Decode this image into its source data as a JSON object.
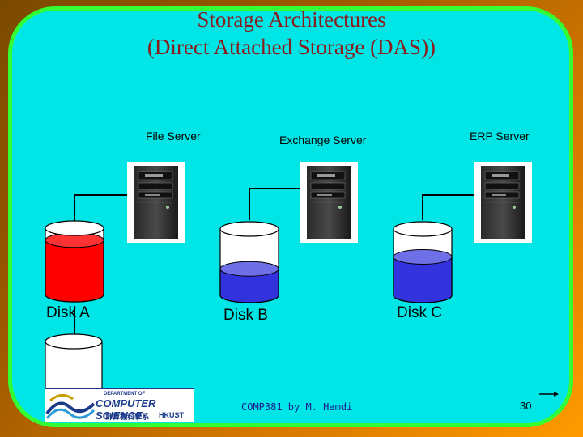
{
  "title": {
    "line1": "Storage Architectures",
    "line2": "(Direct Attached Storage (DAS))"
  },
  "servers": [
    {
      "label": "File Server",
      "icon": "tower-server-icon"
    },
    {
      "label": "Exchange Server",
      "icon": "tower-server-icon"
    },
    {
      "label": "ERP Server",
      "icon": "tower-server-icon"
    }
  ],
  "disks": [
    {
      "label": "Disk A",
      "fill_color": "#ff0000",
      "fill_level": 0.82
    },
    {
      "label": "Disk B",
      "fill_color": "#3333dd",
      "fill_level": 0.4
    },
    {
      "label": "Disk C",
      "fill_color": "#3333dd",
      "fill_level": 0.58
    }
  ],
  "extra_disk": {
    "fill_color": "#ffffff",
    "fill_level": 0
  },
  "logo": {
    "dept": "DEPARTMENT OF",
    "name": "COMPUTER SCIENCE",
    "chinese": "計算機科學系",
    "school": "HKUST"
  },
  "footer": "COMP381 by M. Hamdi",
  "page_number": "30",
  "colors": {
    "background": "#00e6e6",
    "border": "#33ff33",
    "title": "#8b1a1a"
  }
}
